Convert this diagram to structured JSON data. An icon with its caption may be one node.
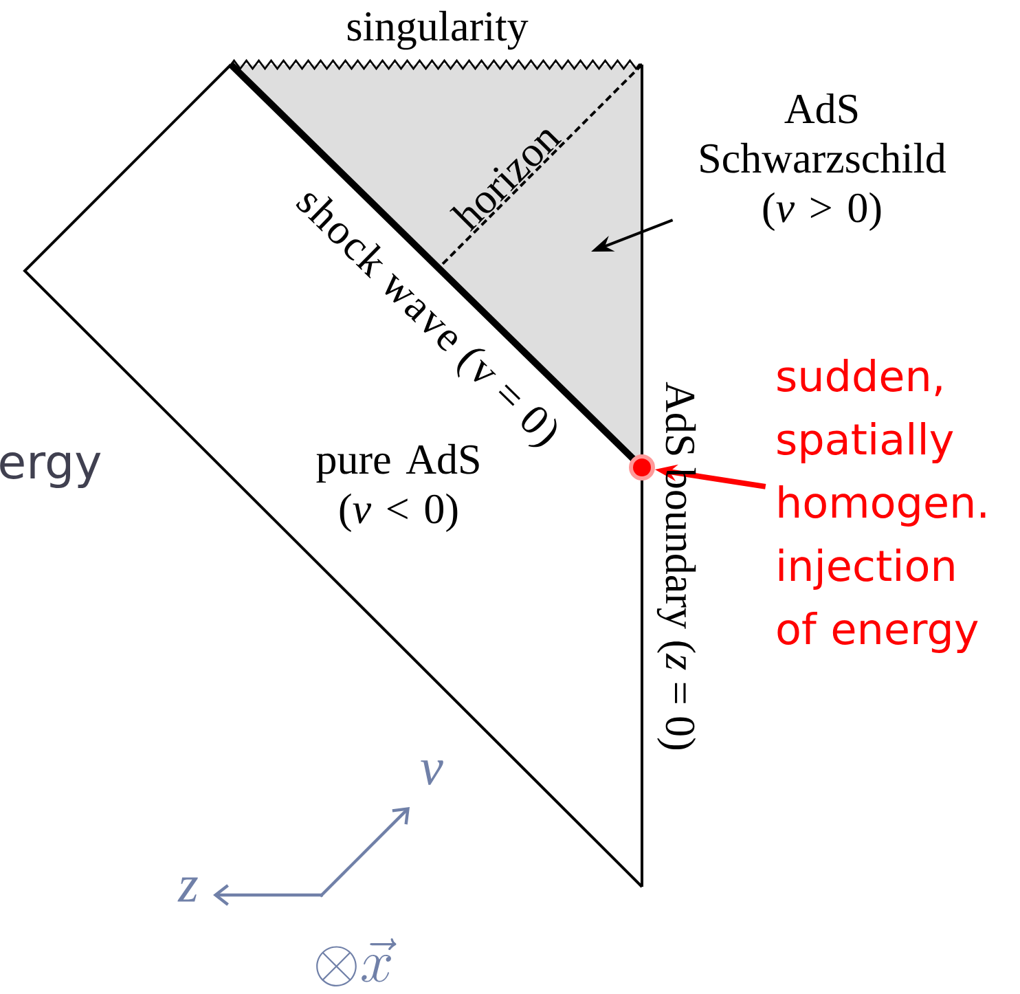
{
  "diagram": {
    "nodes": [
      {
        "text": [
          "AdS Schwarzschild (*v* > 0)"
        ]
      },
      {
        "text": [
          "sudden, spatially homogen. injection of energy"
        ]
      },
      {
        "text": [],
        "shape": "circle"
      }
    ],
    "edges": [
      {
        "from": 0,
        "to": null,
        "arrow": "to"
      },
      {
        "from": 1,
        "to": 2,
        "arrow": "to",
        "color": "#ff0000",
        "style": "thick"
      }
    ],
    "labels": [
      "singularity",
      "horizon",
      "shock wave (v = 0)",
      "pure AdS (*v* < 0)",
      "AdS boundary (*z* = 0)",
      "ergy",
      "v",
      "z",
      "\\otimes \\vec{x}"
    ]
  }
}
